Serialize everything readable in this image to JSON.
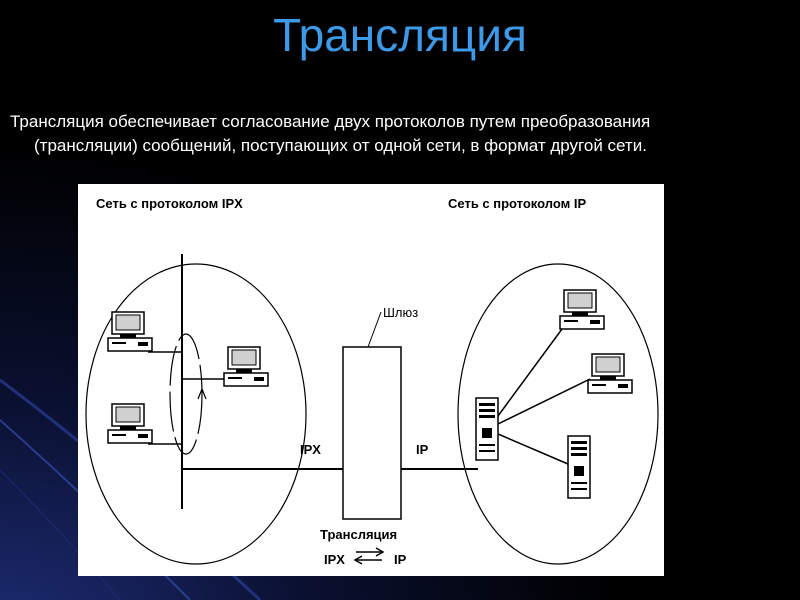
{
  "slide": {
    "title": "Трансляция",
    "description_line1": "Трансляция обеспечивает согласование двух протоколов путем преобразования",
    "description_line2": "(трансляции) сообщений, поступающих от одной сети, в формат другой сети."
  },
  "diagram": {
    "left_network_label": "Сеть с протоколом IPX",
    "right_network_label": "Сеть с протоколом IP",
    "gateway_label": "Шлюз",
    "left_protocol": "IPX",
    "right_protocol": "IP",
    "translation_label": "Трансляция",
    "translation_from": "IPX",
    "translation_to": "IP"
  },
  "colors": {
    "title": "#3c9ae8",
    "text": "#ffffff",
    "diagram_bg": "#ffffff"
  }
}
